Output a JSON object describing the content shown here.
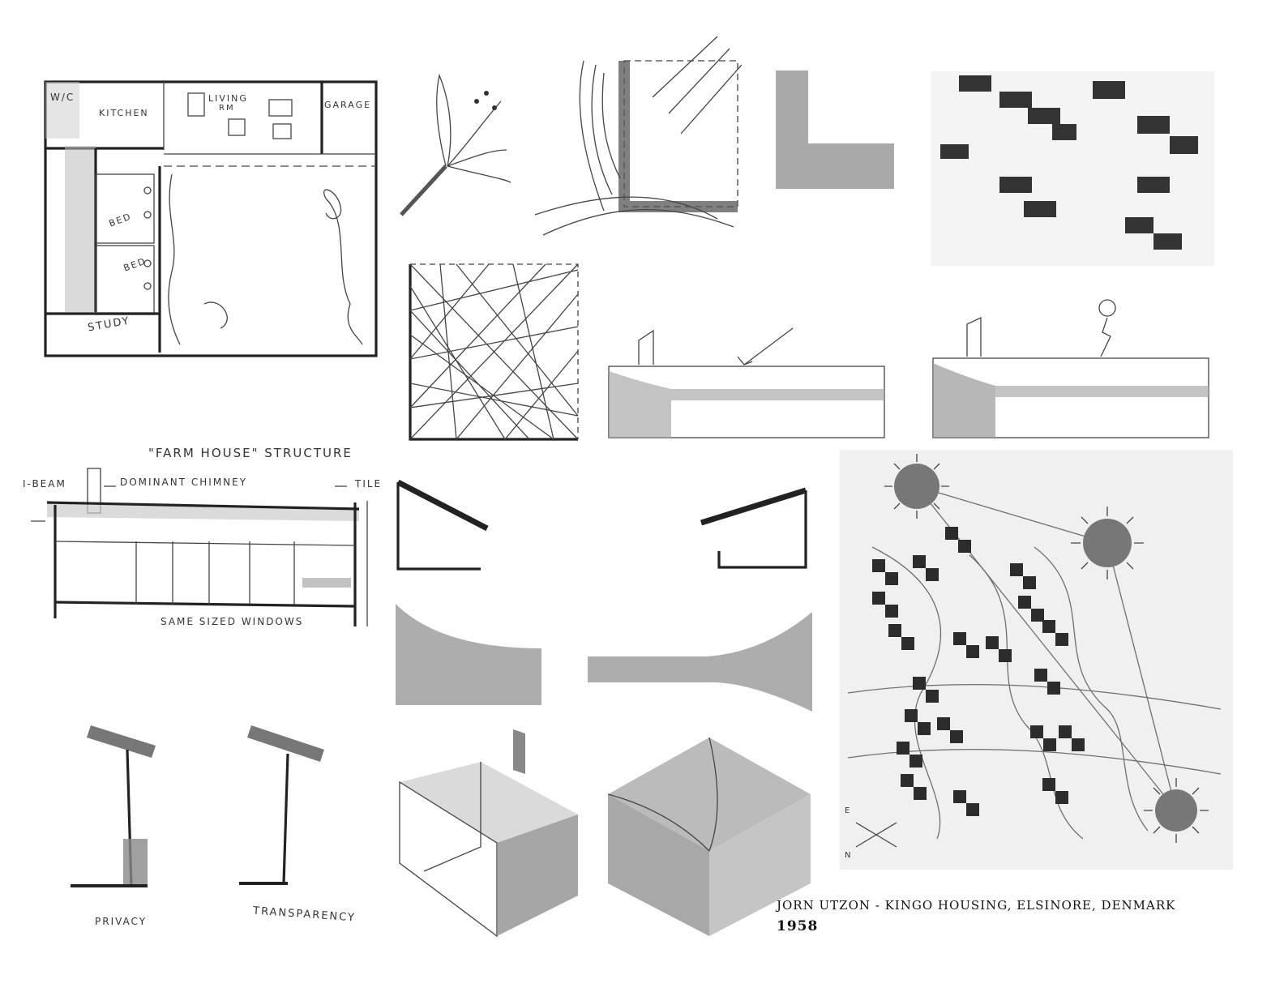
{
  "caption": {
    "line1": "JORN UTZON - KINGO HOUSING, ELSINORE, DENMARK",
    "line2": "1958"
  },
  "floor_plan": {
    "wic": "W/C",
    "kitchen": "KITCHEN",
    "living_line1": "LIVING",
    "living_line2": "RM",
    "garage": "GARAGE",
    "bed1": "BED",
    "bed2": "BED",
    "study": "STUDY"
  },
  "farmhouse": {
    "title": "\"FARM HOUSE\" STRUCTURE",
    "beam": "I-BEAM",
    "chimney": "DOMINANT CHIMNEY",
    "tile": "TILE",
    "windows": "SAME SIZED WINDOWS"
  },
  "wall_sketches": {
    "privacy": "PRIVACY",
    "transparency": "TRANSPARENCY"
  },
  "site_plan": {
    "compass_n": "N",
    "compass_e": "E"
  },
  "colors": {
    "ink": "#222222",
    "pencil": "#444444",
    "shade": "#9a9a9a",
    "paper": "#ffffff"
  }
}
